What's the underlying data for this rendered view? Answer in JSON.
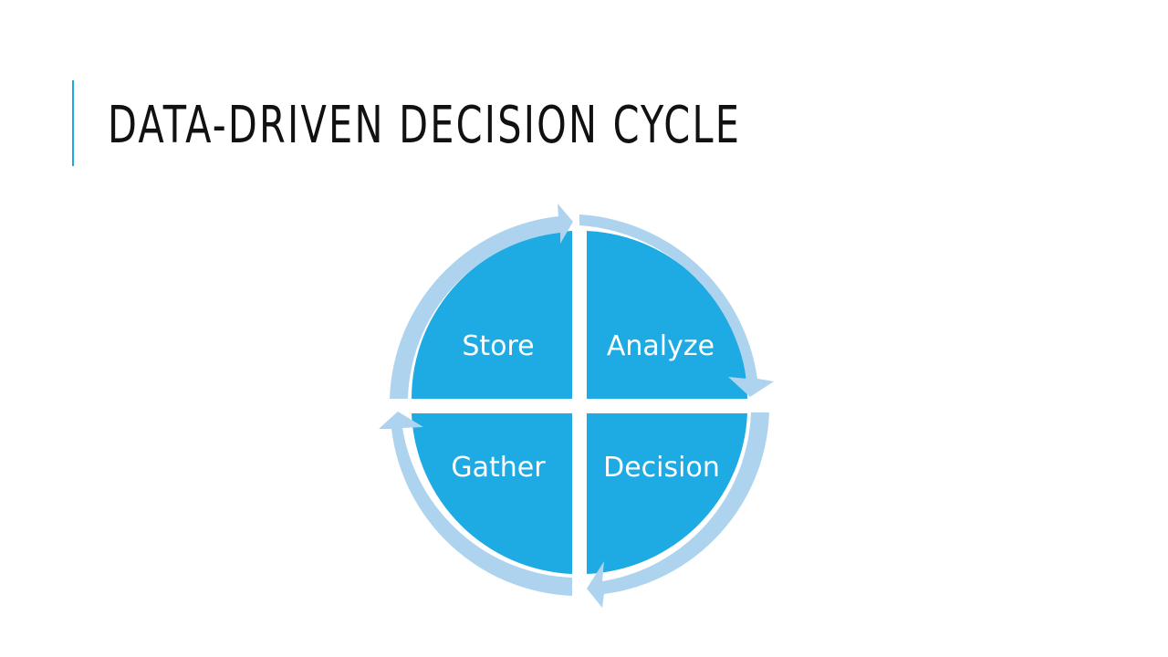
{
  "slide": {
    "title": "DATA-DRIVEN DECISION CYCLE"
  },
  "cycle": {
    "quadrants": [
      {
        "label": "Store"
      },
      {
        "label": "Analyze"
      },
      {
        "label": "Gather"
      },
      {
        "label": "Decision"
      }
    ],
    "colors": {
      "accent": "#1eaae3",
      "quadrant_fill": "#1eaae3",
      "arrow_ring": "#aed3ef",
      "label_text": "#ffffff",
      "title_text": "#111111"
    }
  }
}
